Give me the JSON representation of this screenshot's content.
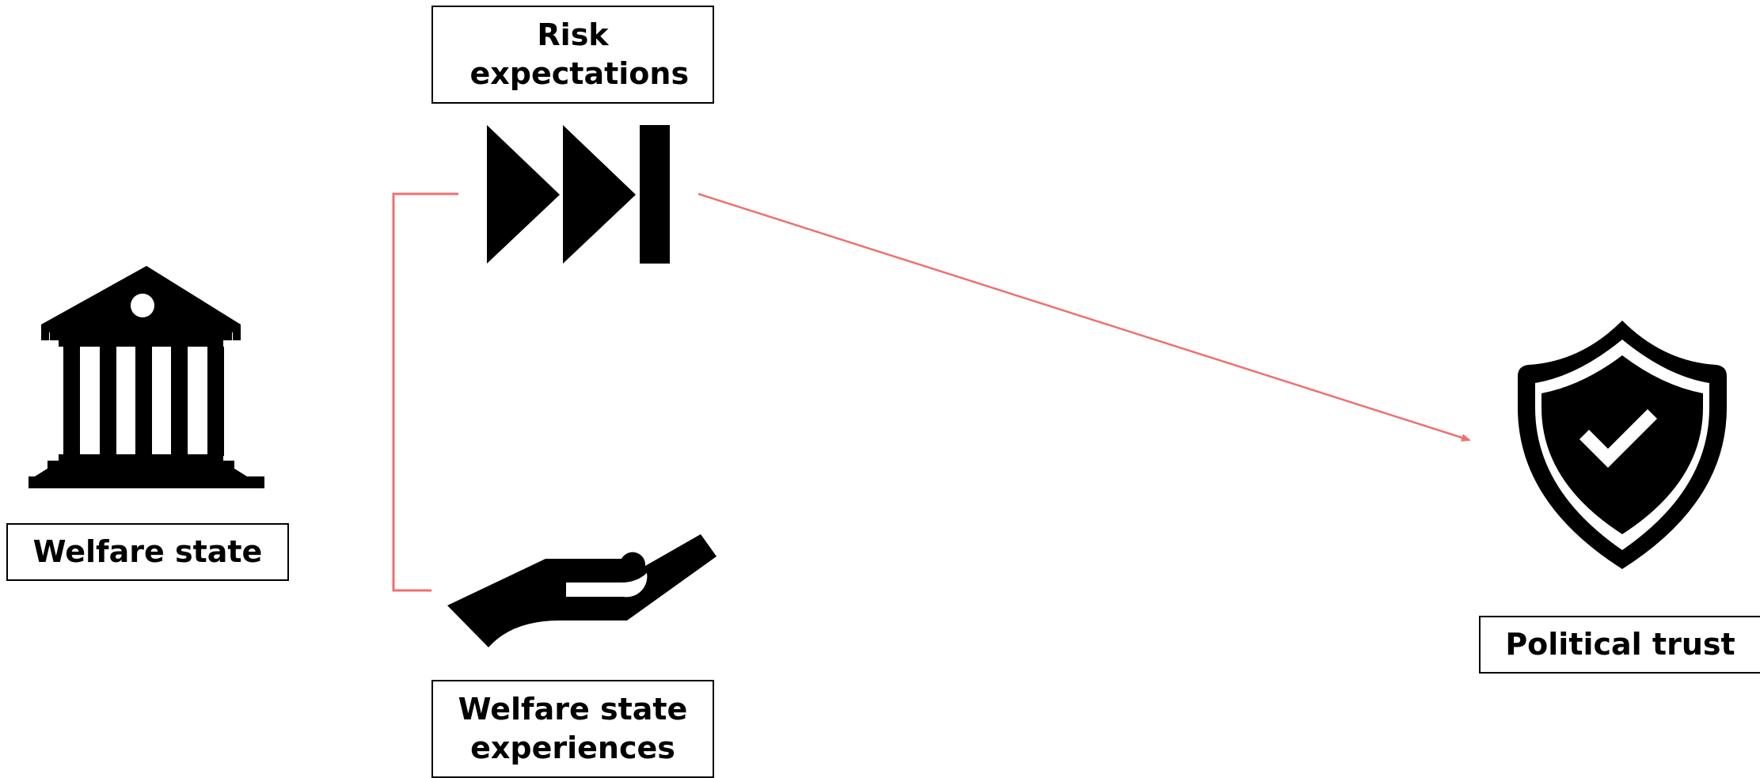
{
  "nodes": {
    "welfare_state": {
      "label": "Welfare state"
    },
    "risk_expectations": {
      "label": "Risk expectations"
    },
    "welfare_state_experiences": {
      "label": "Welfare state experiences"
    },
    "political_trust": {
      "label": "Political trust"
    }
  },
  "icons": {
    "welfare_state": "government-building-icon",
    "risk_expectations": "fast-forward-skip-icon",
    "welfare_state_experiences": "open-hand-icon",
    "political_trust": "shield-check-icon"
  },
  "colors": {
    "connector": "#f07070",
    "icon": "#000000",
    "box_border": "#000000"
  }
}
